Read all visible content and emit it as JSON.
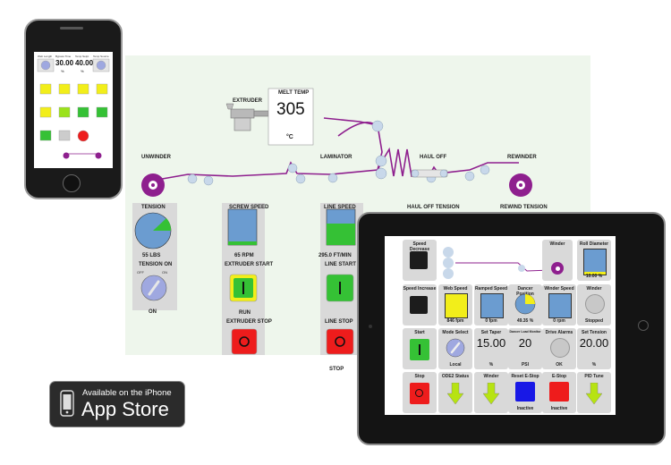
{
  "process": {
    "extruder": "EXTRUDER",
    "melt_temp": {
      "label": "MELT TEMP",
      "value": "305",
      "unit": "°C"
    },
    "unwinder": "UNWINDER",
    "laminator": "LAMINATOR",
    "haul_off": "HAUL OFF",
    "rewinder": "REWINDER",
    "tension": {
      "label": "TENSION",
      "value": "55 LBS",
      "fraction": 0.25
    },
    "tension_on": {
      "label": "TENSION ON",
      "off": "OFF",
      "on": "ON",
      "state": "ON"
    },
    "screw_speed": {
      "label": "SCREW SPEED",
      "value": "65 RPM",
      "fraction": 0.5
    },
    "extruder_start": {
      "label": "EXTRUDER START",
      "state": "RUN",
      "symbol": "I"
    },
    "extruder_stop": {
      "label": "EXTRUDER STOP",
      "symbol": "O"
    },
    "line_speed": {
      "label": "LINE SPEED",
      "value": "295.0 FT/MIN",
      "fraction": 0.5
    },
    "line_start": {
      "label": "LINE START",
      "symbol": "I"
    },
    "line_stop": {
      "label": "LINE STOP",
      "state": "STOP",
      "symbol": "O"
    },
    "haul_off_tension": "HAUL OFF TENSION",
    "rewind_tension": "REWIND TENSION"
  },
  "tablet": {
    "speed_decrease": "Speed Decrease",
    "winder": "Winder",
    "roll_diameter": {
      "label": "Roll Diameter",
      "value": "10.00 %"
    },
    "speed_increase": "Speed Increase",
    "web_speed": {
      "label": "Web Speed",
      "value": "846 fpm"
    },
    "ramped_speed": {
      "label": "Ramped Speed",
      "value": "0 fpm"
    },
    "dancer_position": {
      "label": "Dancer Position",
      "value": "49.35 %"
    },
    "winder_speed": {
      "label": "Winder Speed",
      "value": "0 rpm"
    },
    "winder_status": {
      "label": "Winder",
      "value": "Stopped"
    },
    "start": "Start",
    "mode_select": {
      "label": "Mode Select",
      "value": "Local"
    },
    "set_taper": {
      "label": "Set Taper",
      "value": "15.00",
      "unit": "%"
    },
    "dancer_load": {
      "label": "Dancer Load Monitor",
      "value": "20",
      "unit": "PSI"
    },
    "drive_alarms": {
      "label": "Drive Alarms",
      "value": "OK"
    },
    "set_tension": {
      "label": "Set Tension",
      "value": "20.00",
      "unit": "%"
    },
    "stop": "Stop",
    "odeu_status": "ODE2 Status",
    "winder2": "Winder",
    "reset_estop": {
      "label": "Reset E-Stop",
      "value": "Inactive"
    },
    "estop": {
      "label": "E-Stop",
      "value": "Inactive"
    },
    "pid_tune": "PID Tune"
  },
  "phone": {
    "row1": [
      "Web Length",
      "Bypass Time",
      "Temp Setpt",
      "Temp Source"
    ],
    "val1": "30.00",
    "val2": "40.00",
    "unit": "%"
  },
  "appstore": {
    "line1": "Available on the iPhone",
    "line2": "App Store"
  },
  "colors": {
    "accent": "#8e1f8e",
    "green": "#35c135",
    "red": "#ee1c1c",
    "blue": "#1818e6",
    "yellow": "#f2ee1a",
    "lightgreen": "#9be21a"
  }
}
